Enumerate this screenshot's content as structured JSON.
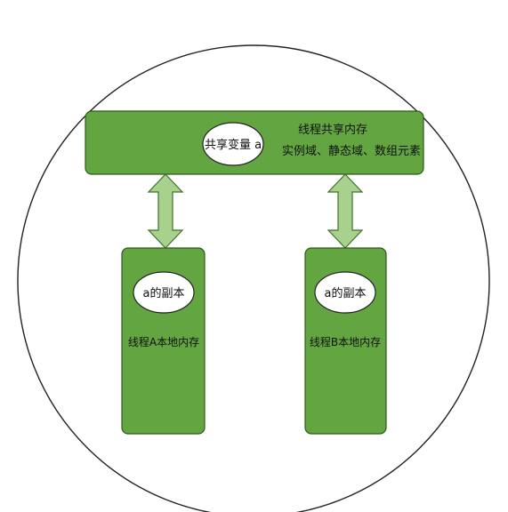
{
  "shared_memory": {
    "title": "线程共享内存",
    "subtitle": "实例域、静态域、数组元素",
    "variable": "共享变量 a"
  },
  "thread_a": {
    "copy_label": "a的副本",
    "memory_label": "线程A本地内存"
  },
  "thread_b": {
    "copy_label": "a的副本",
    "memory_label": "线程B本地内存"
  },
  "colors": {
    "box_fill": "#63a541",
    "box_stroke": "#2f5a1e",
    "arrow_fill": "#a9d18e",
    "arrow_stroke": "#3f6f2a",
    "outline": "#222222"
  }
}
